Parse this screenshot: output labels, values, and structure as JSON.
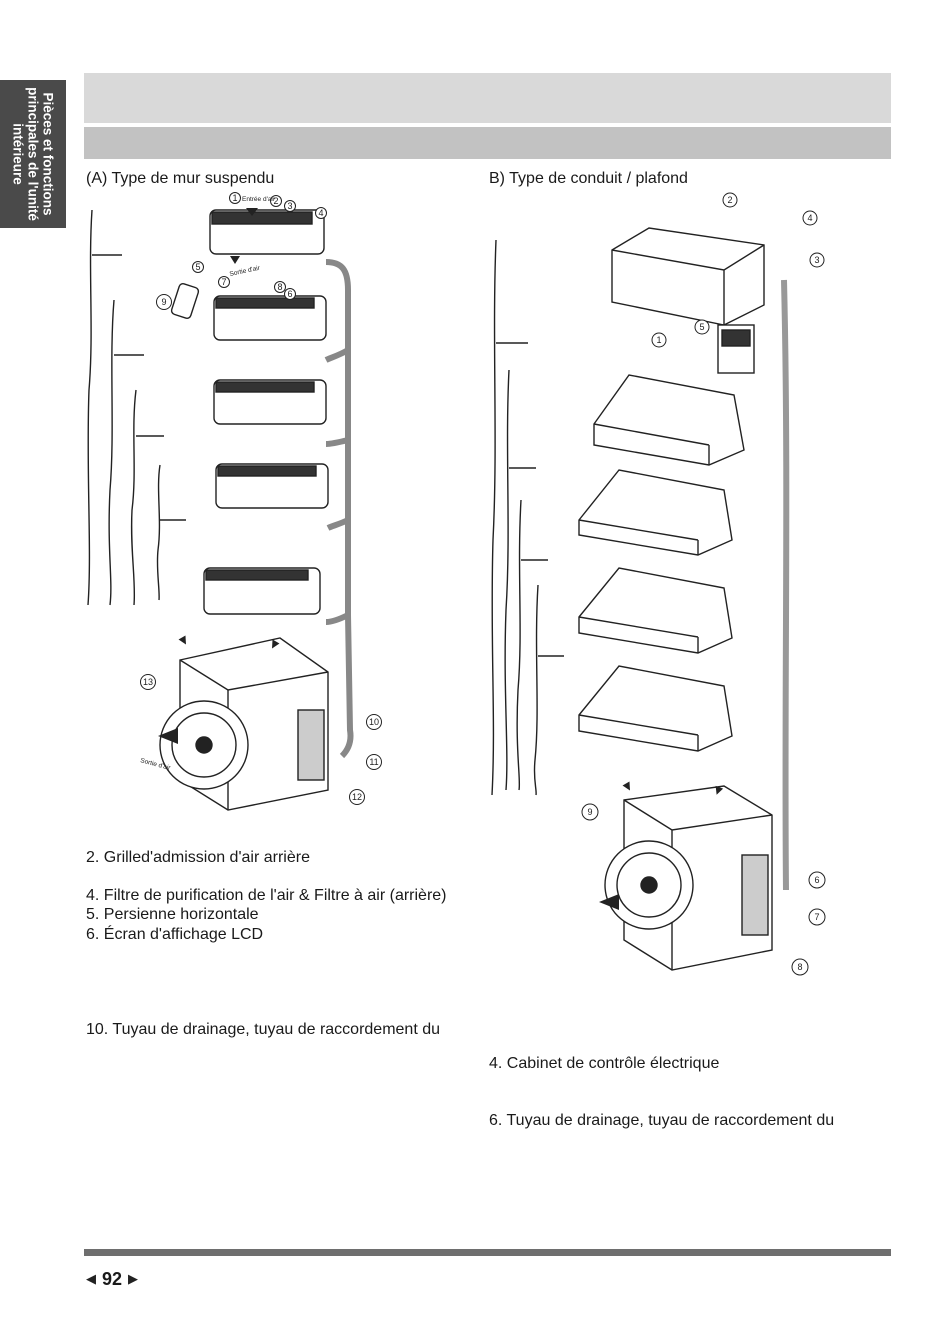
{
  "sidebar": {
    "tab_label": "Pièces et fonctions principales de l'unité intérieure"
  },
  "section_a": {
    "title": "(A) Type de mur suspendu",
    "figure_labels": {
      "air_in": "Entrée d'air",
      "air_out_indoor": "Sortie d'air",
      "air_out_outdoor": "Sortie d'air"
    },
    "callouts": [
      "1",
      "2",
      "3",
      "4",
      "5",
      "6",
      "7",
      "8",
      "9",
      "10",
      "11",
      "12",
      "13"
    ],
    "items": [
      "2. Grilled'admission d'air arrière",
      "4. Filtre de purification de l'air & Filtre à air (arrière)",
      "5. Persienne horizontale",
      "6. Écran d'affichage LCD",
      "10. Tuyau de drainage, tuyau de raccordement du"
    ]
  },
  "section_b": {
    "title": "B) Type de conduit / plafond",
    "callouts": [
      "1",
      "2",
      "3",
      "4",
      "5",
      "6",
      "7",
      "8",
      "9"
    ],
    "items": [
      "4. Cabinet de contrôle électrique",
      "6. Tuyau de drainage, tuyau de raccordement du"
    ]
  },
  "footer": {
    "page_number": "92",
    "prev_icon": "triangle-left-icon",
    "next_icon": "triangle-right-icon"
  }
}
